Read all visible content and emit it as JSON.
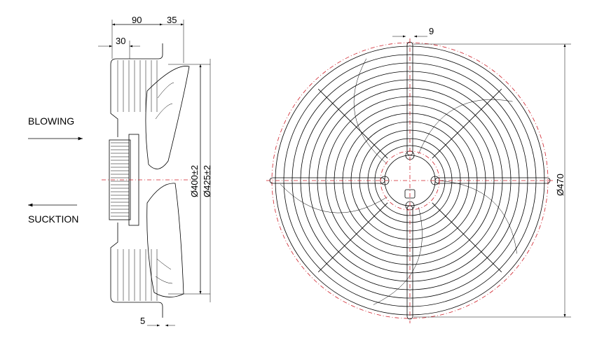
{
  "labels": {
    "blowing": "BLOWING",
    "suction": "SUCKTION"
  },
  "dimensions": {
    "d90": "90",
    "d35": "35",
    "d30": "30",
    "d5": "5",
    "d9": "9",
    "d400": "Ø400±2",
    "d425": "Ø425±2",
    "d470": "Ø470"
  },
  "colors": {
    "centerline": "#d0202a",
    "line": "#000000"
  }
}
